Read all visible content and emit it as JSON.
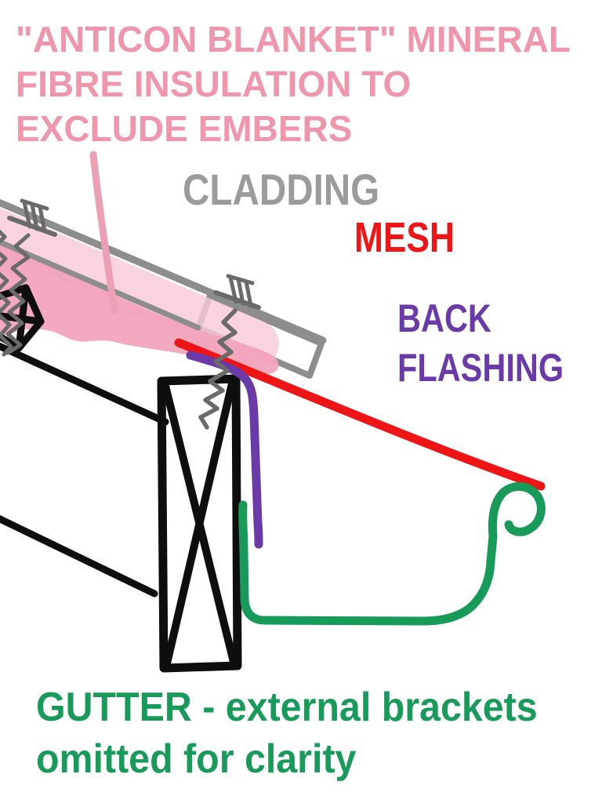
{
  "figure": {
    "type": "construction-detail-sketch",
    "description_visible_elements": [
      "insulation blanket",
      "cladding sheet",
      "ember mesh",
      "back flashing",
      "gutter",
      "fascia",
      "truss",
      "roof screws"
    ]
  },
  "labels": {
    "insulation": {
      "lines": [
        "\"ANTICON BLANKET\" MINERAL",
        "FIBRE INSULATION TO",
        "EXCLUDE EMBERS"
      ]
    },
    "cladding": {
      "text": "CLADDING"
    },
    "mesh": {
      "text": "MESH"
    },
    "back_flashing": {
      "lines": [
        "BACK",
        "FLASHING"
      ]
    },
    "gutter": {
      "lines": [
        "GUTTER - external brackets",
        "omitted for clarity"
      ]
    }
  },
  "colors": {
    "pink-text": "#ef96ad",
    "pink-leader": "#eba0b6",
    "pink-band": "#f8cbd9",
    "pink-blob": "#f2a4bc",
    "gray-text": "#9b9b9b",
    "gray-line": "#8d8d8d",
    "gray-screw": "#6a6a6a",
    "red": "#ed1515",
    "purple": "#6b3aa9",
    "green": "#189a5a",
    "black": "#0e0e0e",
    "background": "#ffffff"
  }
}
